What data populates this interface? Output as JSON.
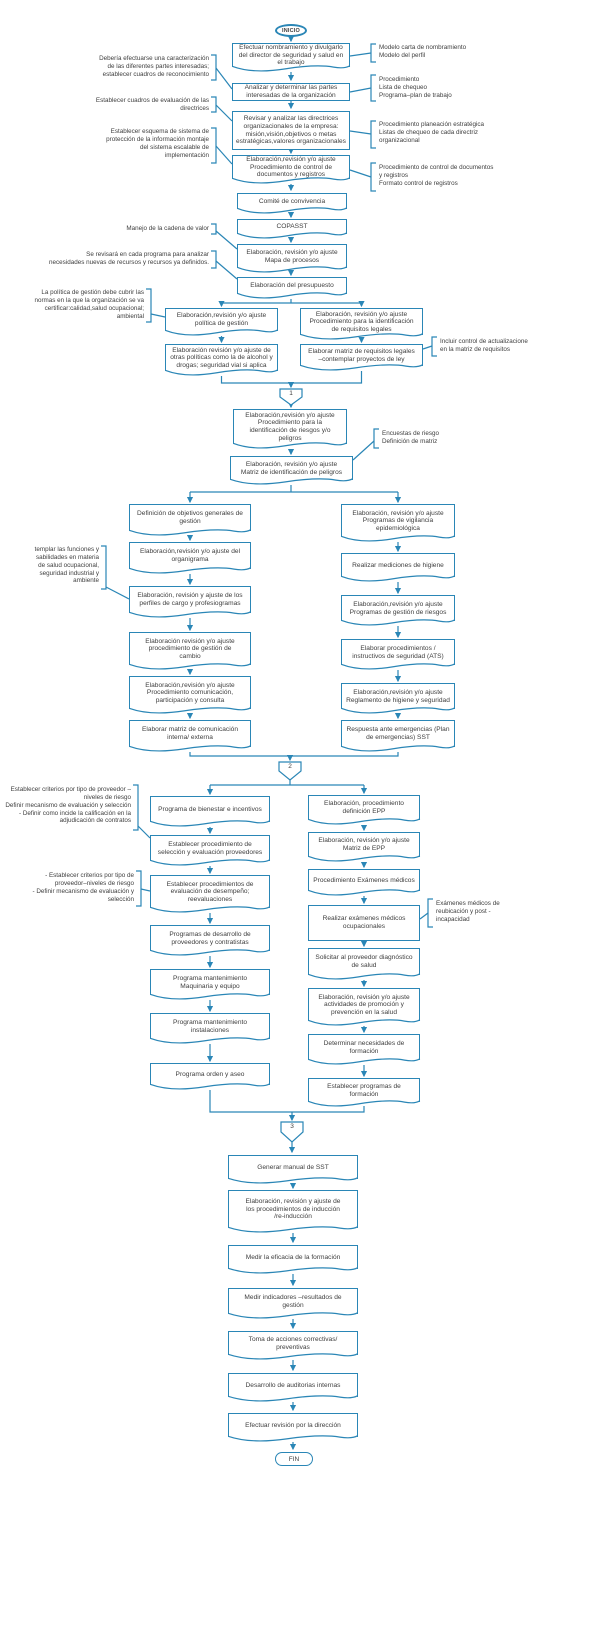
{
  "colors": {
    "line": "#2a86b6",
    "text": "#3e3e3e",
    "background": "#ffffff"
  },
  "flow": {
    "start_label": "INICIO",
    "end_label": "FIN",
    "connectors": {
      "c1": "1",
      "c2": "2",
      "c3": "3"
    },
    "nodes": {
      "b1": "Efectuar nombramiento y divulgarlo\ndel director de seguridad y salud en\nel trabajo",
      "b2": "Analizar y determinar las partes\ninteresadas de la organización",
      "b3": "Revisar y analizar las directrices\norganizacionales de la empresa:\nmisión,visión,objetivos o metas\nestratégicas,valores organizacionales",
      "b4": "Elaboración,revisión y/o ajuste\nProcedimiento de control de\ndocumentos y registros",
      "b5": "Comité de convivencia",
      "b6": "COPASST",
      "b7": "Elaboración, revisión y/o ajuste\nMapa de procesos",
      "b8": "Elaboración del presupuesto",
      "bl1": "Elaboración,revisión y/o ajuste\npolítica de gestión",
      "bl2": "Elaboración revisión y/o ajuste de\notras políticas como la de alcohol y\ndrogas; seguridad vial si aplica",
      "br1": "Elaboración, revisión y/o ajuste\nProcedimiento para la identificación\nde requisitos legales",
      "br2": "Elaborar matriz de requisitos legales\n–contemplar proyectos de ley",
      "b9": "Elaboración,revisión y/o ajuste\nProcedimiento para la\nidentificación de riesgos y/o\npeligros",
      "b10": "Elaboración, revisión y/o ajuste\nMatriz de identificación de peligros",
      "l1": "Definición de objetivos generales de\ngestión",
      "l2": "Elaboración,revisión y/o ajuste del\norganigrama",
      "l3": "Elaboración, revisión y ajuste de los\nperfiles de cargo y profesiogramas",
      "l4": "Elaboración revisión y/o ajuste\nprocedimiento de gestión de\ncambio",
      "l5": "Elaboración,revisión y/o ajuste\nProcedimiento comunicación,\nparticipación y consulta",
      "l6": "Elaborar matriz de comunicación\ninterna/ externa",
      "r1": "Elaboración, revisión y/o ajuste\nProgramas de vigilancia\nepidemiológica",
      "r2": "Realizar mediciones de higiene",
      "r3": "Elaboración,revisión y/o ajuste\nProgramas de gestión de riesgos",
      "r4": "Elaborar procedimientos /\ninstructivos de seguridad (ATS)",
      "r5": "Elaboración,revisión y/o ajuste\nReglamento de higiene y seguridad",
      "r6": "Respuesta ante emergencias (Plan\nde emergencias) SST",
      "p1": "Programa de bienestar e incentivos",
      "p2": "Establecer procedimiento de\nselección y evaluación proveedores",
      "p3": "Establecer procedimientos de\nevaluación de desempeño;\nreevaluaciones",
      "p4": "Programas de desarrollo de\nproveedores y contratistas",
      "p5": "Programa mantenimiento\nMaquinaria y equipo",
      "p6": "Programa mantenimiento\ninstalaciones",
      "p7": "Programa orden y aseo",
      "q1": "Elaboración, procedimiento\ndefinición EPP",
      "q2": "Elaboración, revisión y/o ajuste\nMatriz de EPP",
      "q3": "Procedimiento Exámenes médicos",
      "q4": "Realizar exámenes médicos\nocupacionales",
      "q5": "Solicitar al proveedor diagnóstico\nde salud",
      "q6": "Elaboración, revisión y/o ajuste\nactividades de promoción y\nprevención en la salud",
      "q7": "Determinar necesidades de\nformación",
      "q8": "Establecer programas de\nformación",
      "f1": "Generar manual de SST",
      "f2": "Elaboración, revisión y ajuste de\nlos procedimientos de inducción\n/re-inducción",
      "f3": "Medir la eficacia de la formación",
      "f4": "Medir indicadores –resultados de\ngestión",
      "f5": "Toma de acciones correctivas/\npreventivas",
      "f6": "Desarrollo de auditorias internas",
      "f7": "Efectuar revisión por la dirección"
    },
    "annotations": {
      "la1": "Debería efectuarse una caracterización\nde las diferentes partes interesadas;\nestablecer cuadros de reconocimiento",
      "la2": "Establecer cuadros de evaluación de las\ndirectrices",
      "la3": "Establecer esquema de sistema de\nprotección de la información montaje\ndel sistema escalable de\nimplementación",
      "la4": "Manejo de la cadena de valor",
      "la5": "Se revisará en cada programa para analizar\nnecesidades nuevas de recursos y recursos ya definidos.",
      "la6": "La política de gestión debe cubrir las\nnormas en la que la organización se va\ncertificar:calidad,salud ocupacional;\nambiental",
      "la7": "templar las funciones y\nsabilidades en materia\nde salud ocupacional,\nseguridad industrial y\nambiente",
      "la8": "Establecer criterios por tipo de proveedor –\nniveles de riesgo\nDefinir mecanismo de evaluación y selección\n- Definir como incide la calificación en la\nadjudicación de contratos",
      "la9": "- Establecer criterios por tipo de\nproveedor–niveles de riesgo\n- Definir mecanismo de evaluación y\nselección",
      "ra1": "Modelo carta de nombramiento\nModelo del perfil",
      "ra2": "Procedimiento\nLista de chequeo\nPrograma–plan de trabajo",
      "ra3": "Procedimiento planeación estratégica\nListas de chequeo de cada directriz\norganizacional",
      "ra4": "Procedimiento de control de documentos\ny registros\nFormato control de registros",
      "ra5": "Incluir control de actualizacione\nen la matriz de requisitos",
      "ra6": "Encuestas de riesgo\nDefinición de matriz",
      "ra7": "Exámenes médicos de\nreubicación y post -\nincapacidad"
    }
  }
}
